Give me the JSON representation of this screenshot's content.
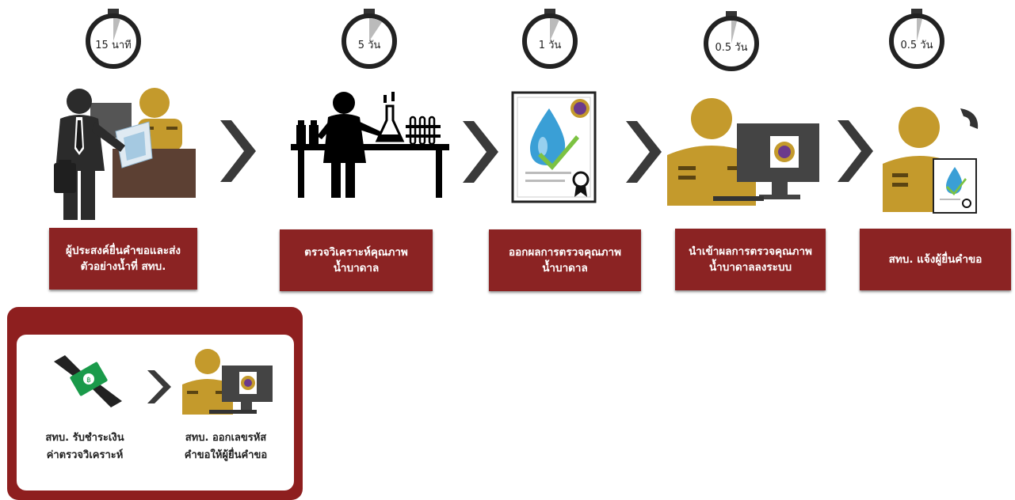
{
  "steps": [
    {
      "time": "15 นาที",
      "line1": "ผู้ประสงค์ยื่นคำขอและส่ง",
      "line2": "ตัวอย่างน้ำที่ สทบ."
    },
    {
      "time": "5 วัน",
      "line1": "ตรวจวิเคราะห์คุณภาพ",
      "line2": "น้ำบาดาล"
    },
    {
      "time": "1 วัน",
      "line1": "ออกผลการตรวจคุณภาพ",
      "line2": "น้ำบาดาล"
    },
    {
      "time": "0.5 วัน",
      "line1": "นำเข้าผลการตรวจคุณภาพ",
      "line2": "น้ำบาดาลลงระบบ"
    },
    {
      "time": "0.5 วัน",
      "line1": "สทบ. แจ้งผู้ยื่นคำขอ",
      "line2": ""
    }
  ],
  "payment": {
    "pay": {
      "line1": "สทบ. รับชำระเงิน",
      "line2": "ค่าตรวจวิเคราะห์"
    },
    "code": {
      "line1": "สทบ. ออกเลขรหัส",
      "line2": "คำขอให้ผู้ยื่นคำขอ"
    }
  },
  "icons": {
    "timer": "stopwatch-icon",
    "step1": "applicant-at-counter-icon",
    "step2": "lab-analysis-icon",
    "step3": "certificate-icon",
    "step4": "officer-computer-icon",
    "step5": "officer-phone-icon",
    "pay": "money-handover-icon",
    "code": "officer-computer-icon"
  },
  "colors": {
    "box": "#8b2323",
    "panel": "#8e1f1f",
    "chevron": "#3a3a3a",
    "officer": "#c49a2c"
  }
}
